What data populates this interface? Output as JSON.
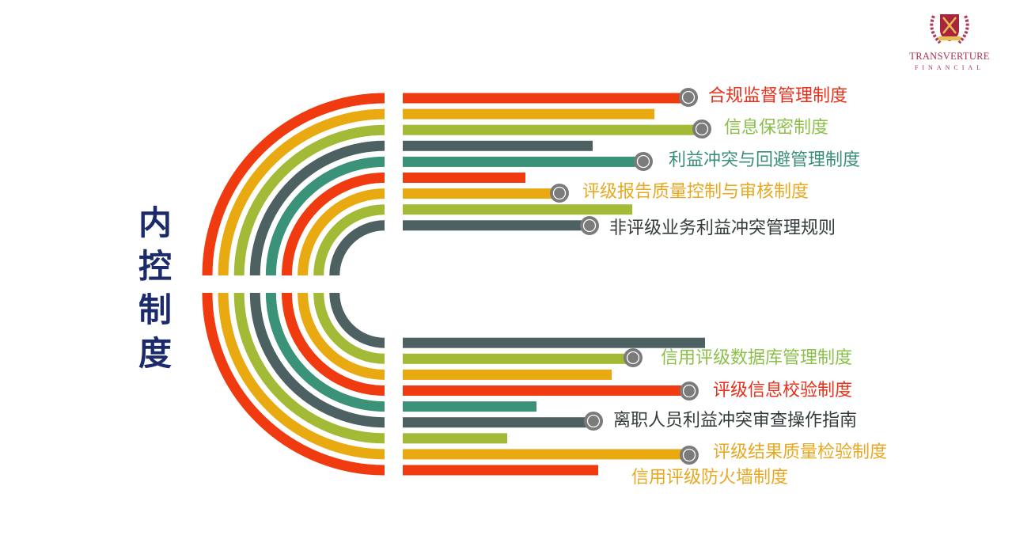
{
  "title": "内控制度",
  "logo": {
    "name": "TRANSVERTURE",
    "sub": "FINANCIAL"
  },
  "colors": {
    "red": "#f03a10",
    "yellow": "#e8aa10",
    "green": "#a2ba35",
    "dark": "#4d6062",
    "teal": "#3a9278",
    "navy": "#1b2a6b",
    "knob": "#7b7b7b"
  },
  "top_labels": [
    {
      "text": "合规监督管理制度",
      "color": "#e8301a"
    },
    {
      "text": "信息保密制度",
      "color": "#8cc04a"
    },
    {
      "text": "利益冲突与回避管理制度",
      "color": "#3a8f7a"
    },
    {
      "text": "评级报告质量控制与审核制度",
      "color": "#e8a820"
    },
    {
      "text": "非评级业务利益冲突管理规则",
      "color": "#333b3c"
    }
  ],
  "bottom_labels": [
    {
      "text": "信用评级数据库管理制度",
      "color": "#8cc04a"
    },
    {
      "text": "评级信息校验制度",
      "color": "#e8301a"
    },
    {
      "text": "离职人员利益冲突审查操作指南",
      "color": "#333b3c"
    },
    {
      "text": "评级结果质量检验制度",
      "color": "#e8a820"
    },
    {
      "text": "信用评级防火墙制度",
      "color": "#e8a820"
    }
  ]
}
